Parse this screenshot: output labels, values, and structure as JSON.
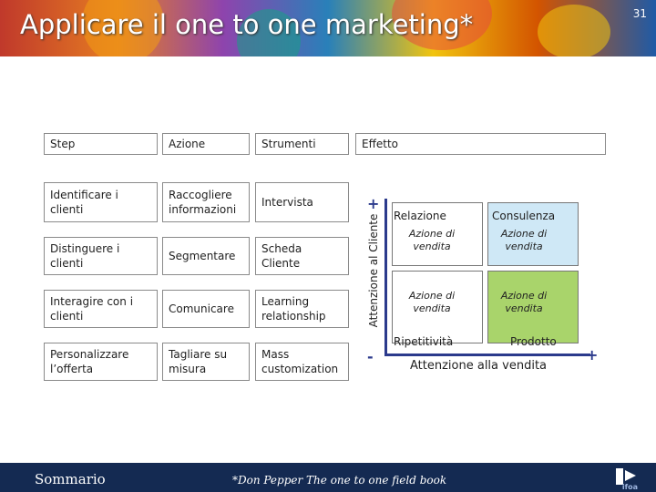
{
  "header": {
    "title": "Applicare il one to one marketing*",
    "slide_number": "31"
  },
  "table": {
    "columns": [
      "Step",
      "Azione",
      "Strumenti",
      "Effetto"
    ],
    "rows": [
      [
        "Identificare i clienti",
        "Raccogliere informazioni",
        "Intervista"
      ],
      [
        "Distinguere i clienti",
        "Segmentare",
        "Scheda Cliente"
      ],
      [
        "Interagire con i clienti",
        "Comunicare",
        "Learning relationship"
      ],
      [
        "Personalizzare l’offerta",
        "Tagliare su misura",
        "Mass customization"
      ]
    ]
  },
  "matrix": {
    "y_axis_label": "Attenzione al Cliente",
    "x_axis_label": "Attenzione alla vendita",
    "plus": "+",
    "minus": "-",
    "quadrants": {
      "top_left": "Relazione",
      "top_right": "Consulenza",
      "bottom_left": "Ripetitività",
      "bottom_right": "Prodotto"
    },
    "action_label": "Azione di vendita",
    "colors": {
      "top_right": "#cfe8f6",
      "bottom_right": "#a9d46b",
      "axis": "#2b3a8c"
    }
  },
  "footer": {
    "sommario": "Sommario",
    "note": "*Don Pepper The one to one field book",
    "logo_text": "ifoa"
  }
}
